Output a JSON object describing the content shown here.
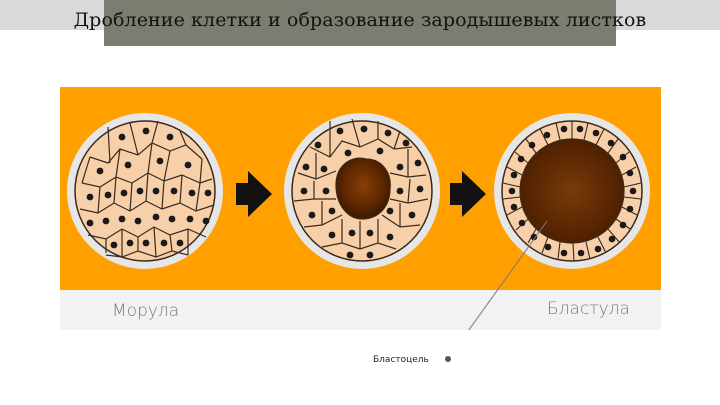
{
  "title": "Дробление клетки и образование зародышевых листков",
  "stages": {
    "morula": "Морула",
    "blastula": "Бластула"
  },
  "annotation": {
    "blastocoel": "Бластоцель"
  },
  "colors": {
    "background_band": "#ff9f00",
    "cell_fill": "#f7cfa9",
    "cell_outline": "#3a2a1c",
    "nucleus": "#1a1a1a",
    "cavity": "#4a1e00",
    "arrow": "#111111"
  }
}
